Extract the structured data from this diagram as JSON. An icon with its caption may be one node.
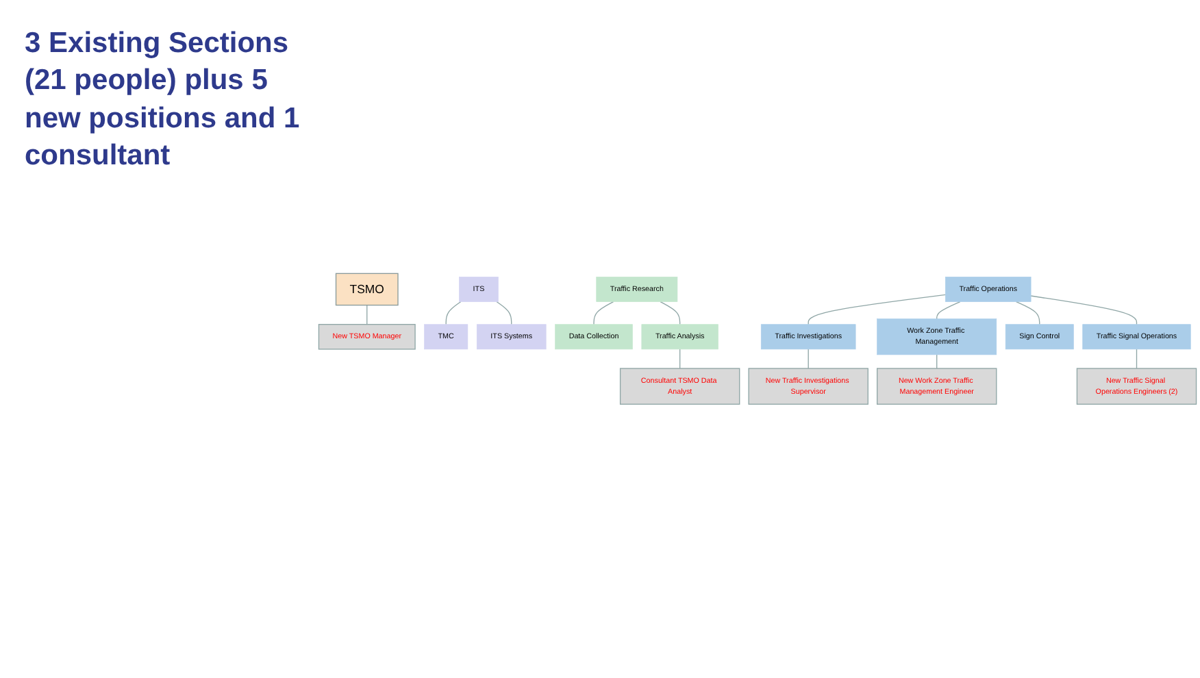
{
  "diagram": {
    "nodes": [
      {
        "text": [
          "TSMO"
        ]
      },
      {
        "text": [
          "New TSMO Manager"
        ]
      },
      {
        "text": [
          "ITS"
        ]
      },
      {
        "text": [
          "TMC"
        ]
      },
      {
        "text": [
          "ITS Systems"
        ]
      },
      {
        "text": [
          "New Work Zone Traffic Management Engineer"
        ]
      },
      {
        "text": [
          "Traffic Research"
        ]
      },
      {
        "text": [
          "Consultant TSMO Data Analyst"
        ]
      },
      {
        "text": [
          "Data Collection"
        ]
      },
      {
        "text": [
          "Traffic Analysis"
        ]
      },
      {
        "text": [
          "New Traffic Investigations Supervisor"
        ]
      },
      {
        "text": [
          "New Traffic Signal Operations Engineers (2)"
        ]
      },
      {
        "text": [
          "Traffic Operations"
        ]
      },
      {
        "text": [
          "Traffic Investigations"
        ]
      },
      {
        "text": [
          "Work Zone Traffic Management"
        ]
      },
      {
        "text": [
          "Sign Control"
        ]
      },
      {
        "text": [
          "Traffic Signal Operations"
        ]
      }
    ],
    "edges": [
      {
        "from": 0,
        "to": 1,
        "arrow": "none"
      },
      {
        "from": 2,
        "to": 3,
        "arrow": "none"
      },
      {
        "from": 2,
        "to": 4,
        "arrow": "none"
      },
      {
        "from": 6,
        "to": 8,
        "arrow": "none"
      },
      {
        "from": 6,
        "to": 9,
        "arrow": "none"
      },
      {
        "from": 9,
        "to": 7,
        "arrow": "none"
      },
      {
        "from": 12,
        "to": 13,
        "arrow": "none"
      },
      {
        "from": 12,
        "to": 14,
        "arrow": "none"
      },
      {
        "from": 12,
        "to": 15,
        "arrow": "none"
      },
      {
        "from": 12,
        "to": 16,
        "arrow": "none"
      },
      {
        "from": 13,
        "to": 10,
        "arrow": "none"
      },
      {
        "from": 14,
        "to": 5,
        "arrow": "none"
      },
      {
        "from": 16,
        "to": 11,
        "arrow": "none"
      }
    ],
    "labels": [
      "3 Existing Sections (21 people) plus 5 new positions and 1 consultant"
    ]
  }
}
